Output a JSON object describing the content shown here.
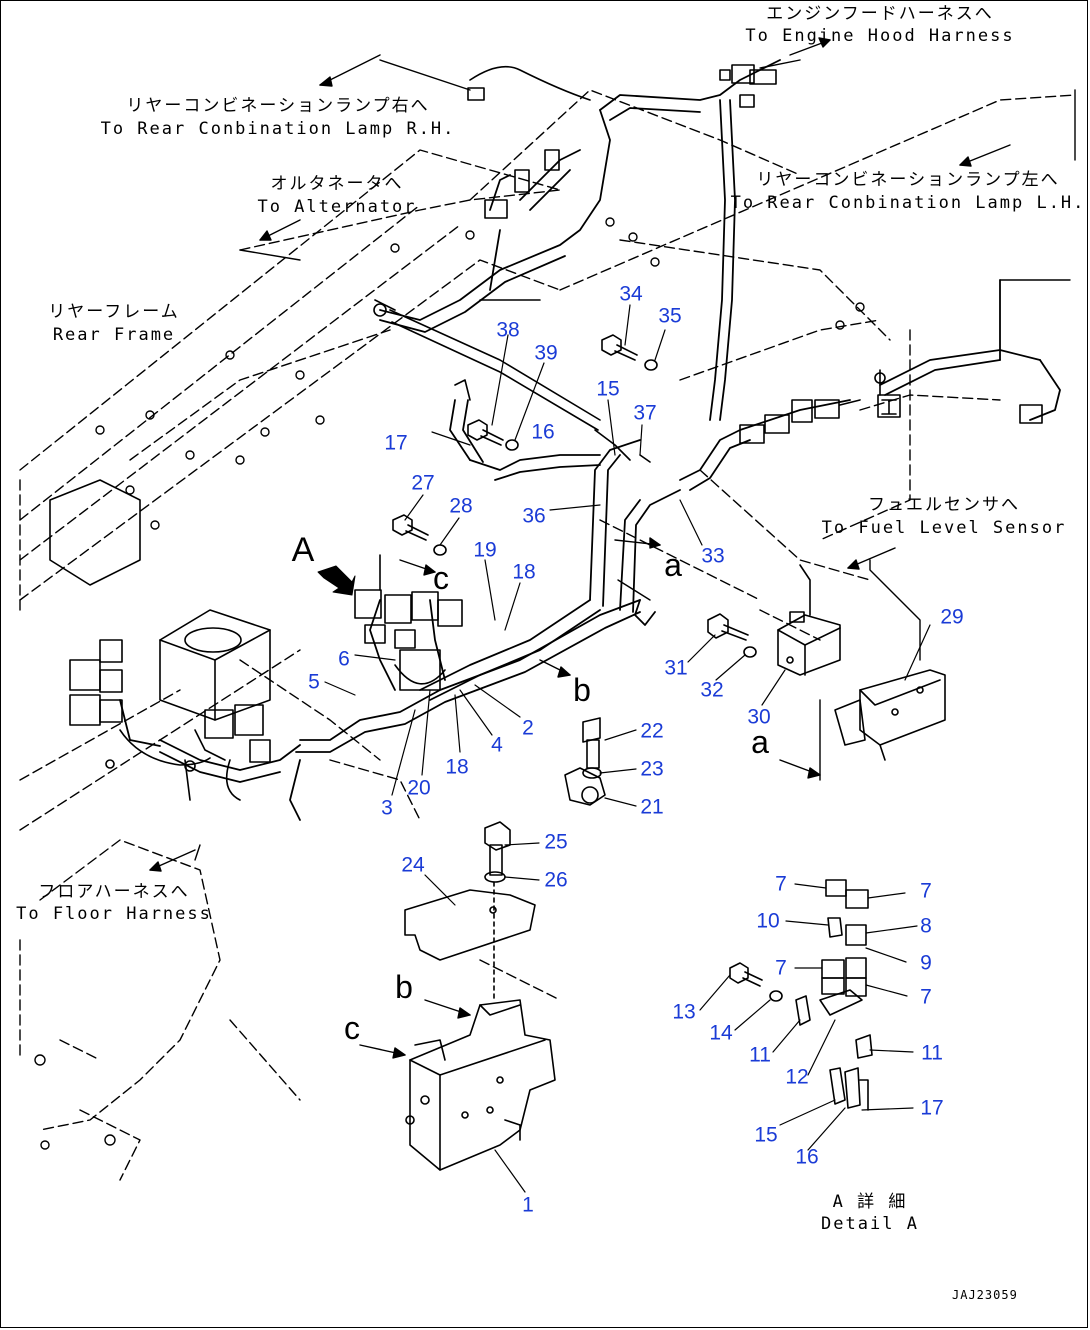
{
  "labels": {
    "engine_hood_jp": "エンジンフードハーネスへ",
    "engine_hood_en": "To Engine Hood Harness",
    "rear_comb_rh_jp": "リヤーコンビネーションランプ右へ",
    "rear_comb_rh_en": "To Rear Conbination Lamp R.H.",
    "rear_comb_lh_jp": "リヤーコンビネーションランプ左へ",
    "rear_comb_lh_en": "To Rear Conbination Lamp L.H.",
    "alternator_jp": "オルタネータへ",
    "alternator_en": "To Alternator",
    "rear_frame_jp": "リヤーフレーム",
    "rear_frame_en": "Rear Frame",
    "fuel_sensor_jp": "フュエルセンサへ",
    "fuel_sensor_en": "To Fuel Level Sensor",
    "floor_harness_jp": "フロアハーネスへ",
    "floor_harness_en": "To Floor Harness",
    "detail_jp": "A 詳 細",
    "detail_en": "Detail A",
    "code": "JAJ23059"
  },
  "view_letters": {
    "A": "A",
    "c1": "c",
    "c2": "c",
    "a1": "a",
    "a2": "a",
    "b1": "b",
    "b2": "b"
  },
  "callouts": {
    "n34": "34",
    "n35": "35",
    "n38": "38",
    "n39": "39",
    "n15a": "15",
    "n37": "37",
    "n16a": "16",
    "n17a": "17",
    "n27": "27",
    "n28": "28",
    "n36": "36",
    "n19": "19",
    "n18a": "18",
    "n33": "33",
    "n6": "6",
    "n5": "5",
    "n29": "29",
    "n31": "31",
    "n32": "32",
    "n30": "30",
    "n22": "22",
    "n2": "2",
    "n4": "4",
    "n18b": "18",
    "n23": "23",
    "n21": "21",
    "n3": "3",
    "n20": "20",
    "n25": "25",
    "n24": "24",
    "n26": "26",
    "n1": "1",
    "d7a": "7",
    "d7b": "7",
    "d10": "10",
    "d8": "8",
    "d9": "9",
    "d7c": "7",
    "d7d": "7",
    "d13": "13",
    "d14": "14",
    "d11a": "11",
    "d11b": "11",
    "d12": "12",
    "d17": "17",
    "d15": "15",
    "d16": "16"
  },
  "colors": {
    "callout": "#1a3bd6",
    "line": "#000000",
    "paper": "#ffffff"
  }
}
